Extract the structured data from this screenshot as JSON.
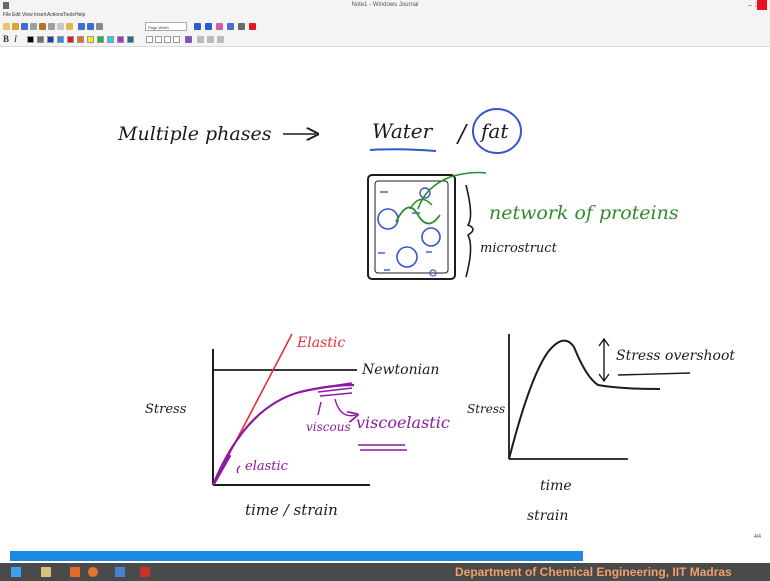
{
  "window": {
    "title": "Note1 - Windows Journal",
    "minimize_glyph": "–",
    "restore_glyph": "□"
  },
  "menu": [
    "File",
    "Edit",
    "View",
    "Insert",
    "Actions",
    "Tools",
    "Help"
  ],
  "toolbar": {
    "page_width_label": "Page Width",
    "bold_label": "B",
    "italic_label": "I"
  },
  "colors": {
    "swatches": [
      "#000000",
      "#6e6e6e",
      "#1a3fb5",
      "#2e8de0",
      "#e01b1b",
      "#f26a1b",
      "#f7e52a",
      "#27b24a",
      "#2ad1e6",
      "#b32cc6",
      "#1f6e8c"
    ],
    "ink_black": "#1c1c1c",
    "ink_blue": "#3557c9",
    "ink_green": "#2e8b2e",
    "ink_red": "#e3303a",
    "ink_purple": "#8c1aa0",
    "scrollbar": "#1e88e5"
  },
  "notes": {
    "line1_left": "Multiple phases",
    "arrow": "→",
    "water": "Water",
    "slash": "/",
    "fat": "fat",
    "network": "network of proteins",
    "microstructure": "microstruct"
  },
  "chart1": {
    "ylabel": "Stress",
    "xlabel": "time / strain",
    "elastic_top": "Elastic",
    "newtonian": "Newtonian",
    "viscous": "viscous",
    "viscoelastic": "viscoelastic",
    "elastic_bottom": "elastic"
  },
  "chart2": {
    "ylabel": "Stress",
    "xlabel_time": "time",
    "xlabel_strain": "strain",
    "overshoot": "Stress overshoot"
  },
  "status": {
    "page_count": "4/4"
  },
  "footer": {
    "text": "Department of Chemical Engineering, IIT Madras"
  },
  "taskbar_icons": [
    "start-icon",
    "folder-icon",
    "app-icon",
    "firefox-icon",
    "journal-icon",
    "pdf-icon"
  ]
}
